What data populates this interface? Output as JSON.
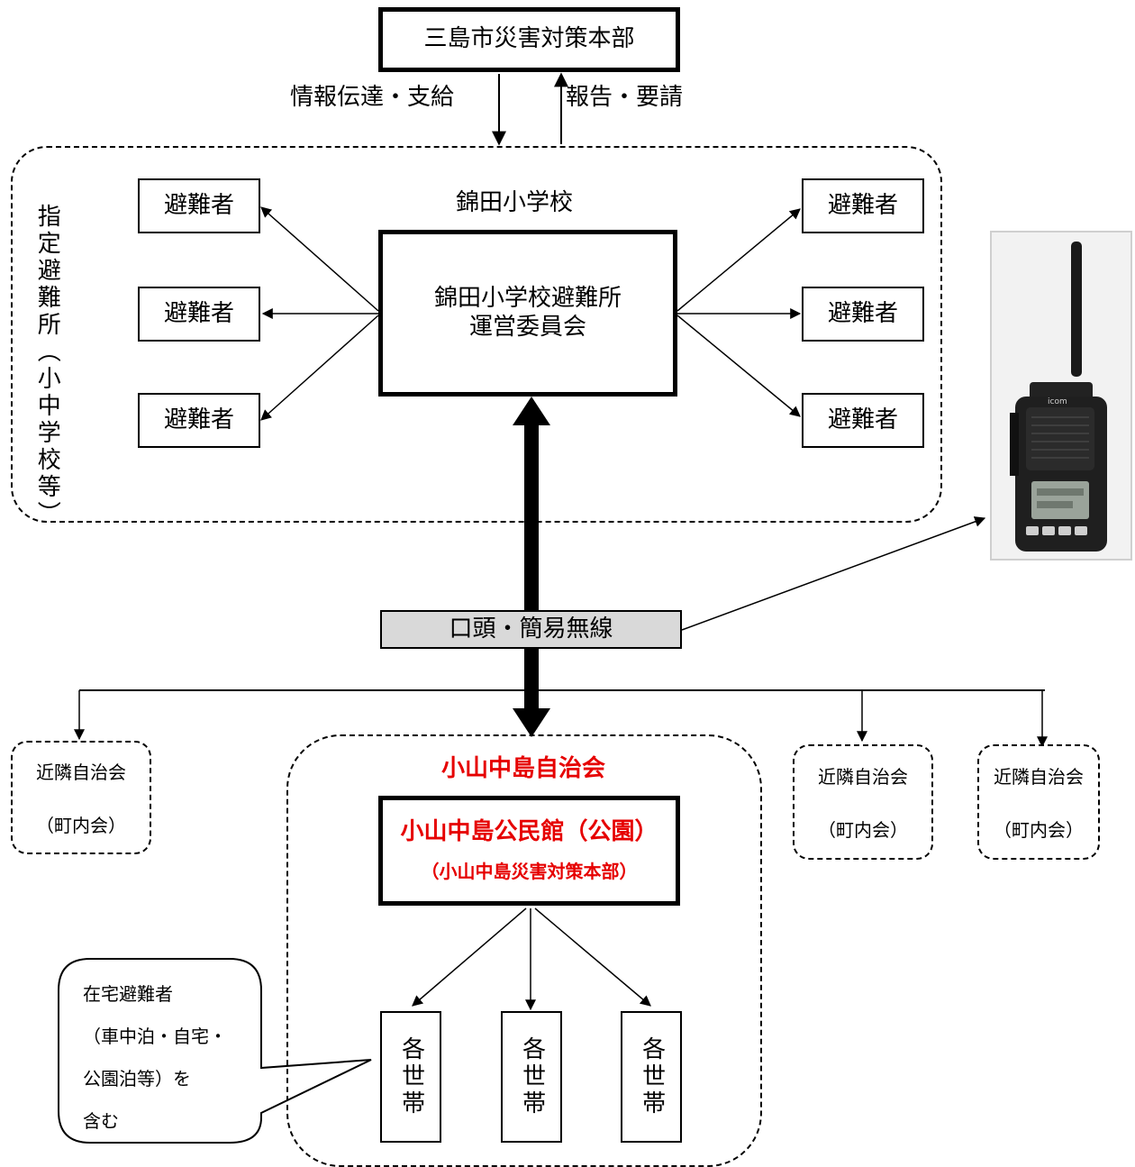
{
  "hq": {
    "title": "三島市災害対策本部"
  },
  "flows": {
    "down": "情報伝達・支給",
    "up": "報告・要請"
  },
  "shelter": {
    "label": "指定避難所（小中学校等）",
    "school": "錦田小学校",
    "committee_line1": "錦田小学校避難所",
    "committee_line2": "運営委員会",
    "evacuee": "避難者"
  },
  "comm": {
    "label": "口頭・簡易無線",
    "radio": "icom"
  },
  "association": {
    "name": "小山中島自治会",
    "hall": "小山中島公民館（公園）",
    "hall_sub": "（小山中島災害対策本部）",
    "household": "各世帯"
  },
  "neighbors": {
    "line1": "近隣自治会",
    "line2": "（町内会）"
  },
  "callout": {
    "line1": "在宅避難者",
    "line2": "（車中泊・自宅・",
    "line3": "公園泊等）を",
    "line4": "含む"
  },
  "colors": {
    "accent": "#e60000",
    "label_bg": "#d9d9d9"
  }
}
